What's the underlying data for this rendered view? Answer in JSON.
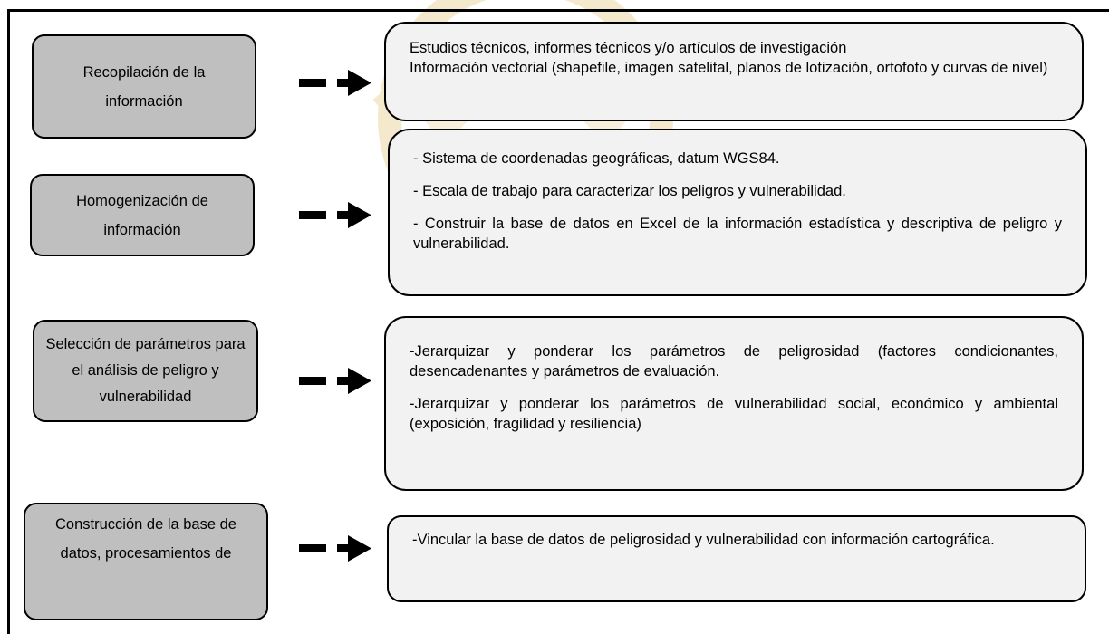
{
  "diagram": {
    "steps": [
      {
        "label": "Recopilación de la información",
        "details": [
          "Estudios técnicos, informes técnicos y/o artículos de investigación",
          "Información vectorial (shapefile, imagen satelital, planos de lotización, ortofoto y curvas de nivel)"
        ]
      },
      {
        "label": "Homogenización de información",
        "details": [
          "- Sistema de coordenadas geográficas, datum WGS84.",
          "- Escala de trabajo para caracterizar los peligros y vulnerabilidad.",
          "- Construir la base de datos en Excel de la información estadística y descriptiva de peligro y vulnerabilidad."
        ]
      },
      {
        "label": "Selección de parámetros para el análisis de peligro y vulnerabilidad",
        "details": [
          "-Jerarquizar y ponderar los parámetros de peligrosidad (factores condicionantes, desencadenantes y parámetros de evaluación.",
          "-Jerarquizar y ponderar los parámetros de vulnerabilidad social, económico y ambiental (exposición, fragilidad y resiliencia)"
        ]
      },
      {
        "label": "Construcción de la base de datos, procesamientos de",
        "details": [
          "-Vincular la base de datos de peligrosidad y vulnerabilidad con información cartográfica."
        ]
      }
    ]
  },
  "style": {
    "step_fill": "#bfbfbf",
    "detail_fill": "#f2f2f2",
    "border": "#000000",
    "watermark_tint": "#f3e6c8"
  }
}
